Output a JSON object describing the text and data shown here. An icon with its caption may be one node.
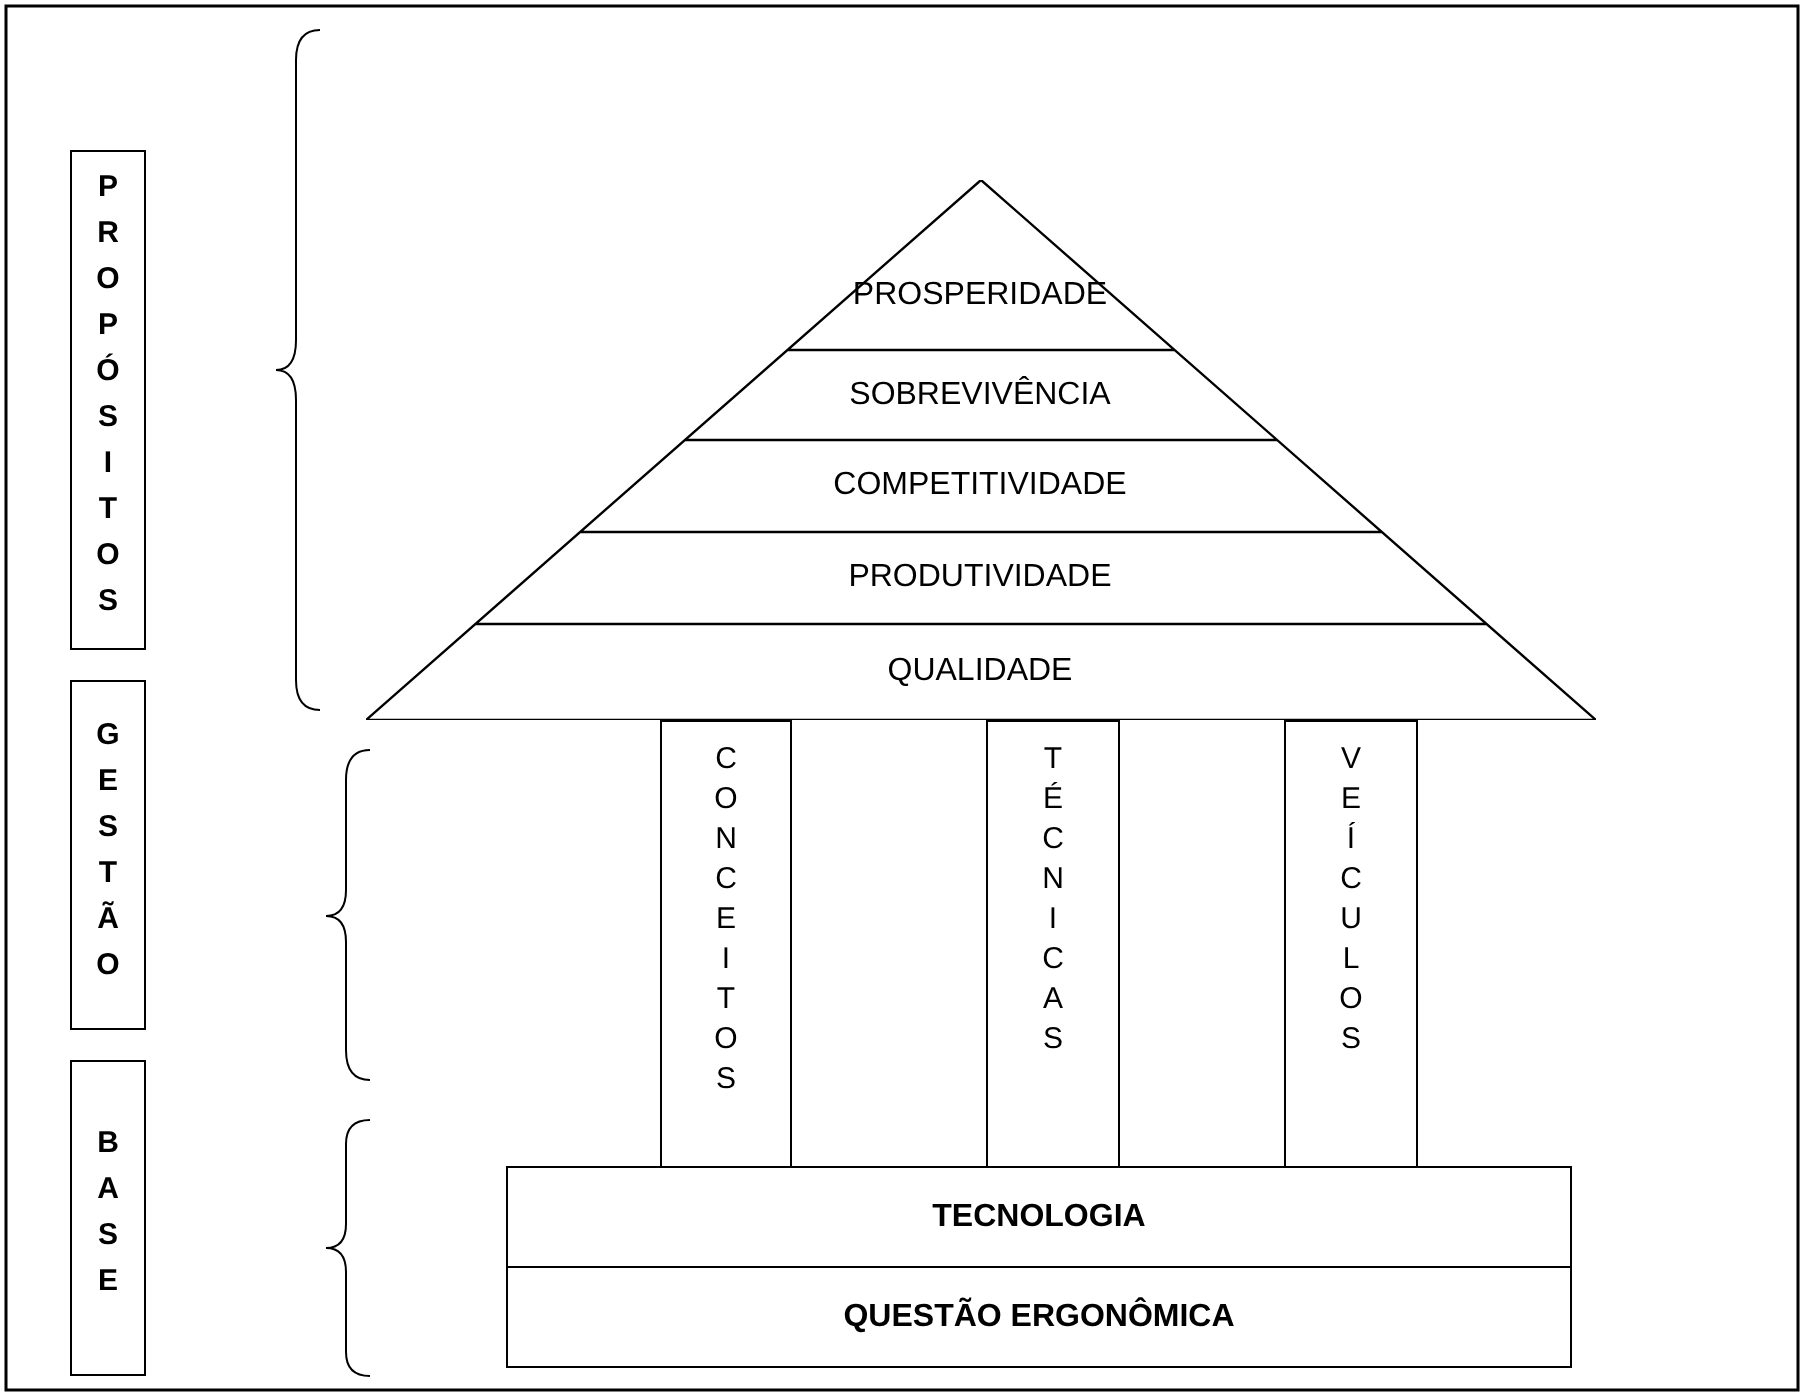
{
  "diagram": {
    "nodes": [
      {
        "text": [
          "PROPÓSITOS"
        ]
      },
      {
        "text": [
          "GESTÃO"
        ]
      },
      {
        "text": [
          "BASE"
        ]
      },
      {
        "text": [],
        "shape": "triangle"
      },
      {
        "text": [
          "PROSPERIDADE"
        ],
        "in": 3
      },
      {
        "text": [
          "SOBREVIVÊNCIA"
        ],
        "in": 3
      },
      {
        "text": [
          "COMPETITIVIDADE"
        ],
        "in": 3
      },
      {
        "text": [
          "PRODUTIVIDADE"
        ],
        "in": 3
      },
      {
        "text": [
          "QUALIDADE"
        ],
        "in": 3
      },
      {
        "text": [
          "CONCEITOS"
        ]
      },
      {
        "text": [
          "TÉCNICAS"
        ]
      },
      {
        "text": [
          "VEÍCULOS"
        ]
      },
      {
        "text": [
          "TECNOLOGIA"
        ]
      },
      {
        "text": [
          "QUESTÃO ERGONÔMICA"
        ]
      }
    ]
  }
}
